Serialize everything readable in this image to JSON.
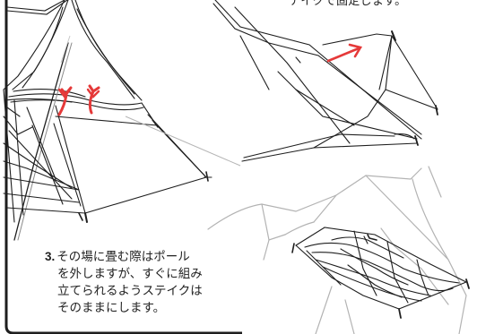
{
  "caption_top": "テイクで固定します。",
  "step3": {
    "number": "3.",
    "lines": [
      "その場に畳む際はポール",
      "を外しますが、すぐに組み",
      "立てられるようステイクは",
      "そのままにします。"
    ]
  },
  "colors": {
    "line": "#1e1e1e",
    "faint": "#a8a8a8",
    "arrow": "#e53939"
  }
}
